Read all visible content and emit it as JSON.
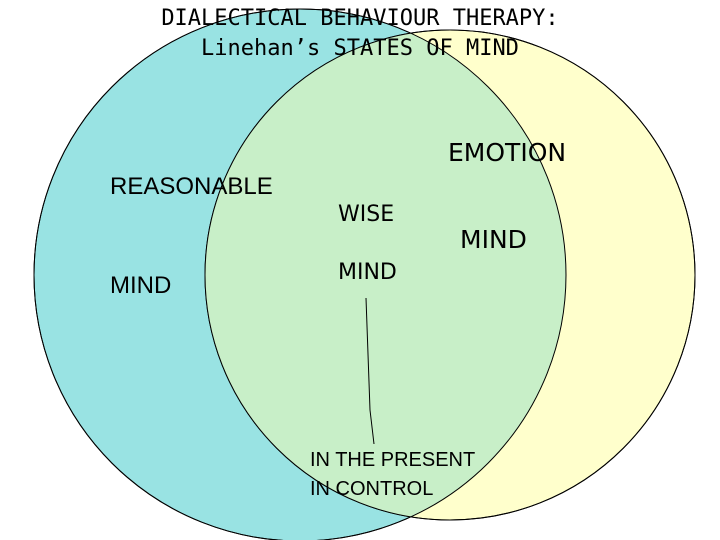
{
  "title": {
    "line1": "DIALECTICAL BEHAVIOUR THERAPY:",
    "line2": "Linehan’s STATES OF MIND"
  },
  "circles": {
    "reasonable": {
      "label_line1": "REASONABLE",
      "label_line2": "MIND",
      "color": "#99e3e3"
    },
    "emotion": {
      "label_line1": "EMOTION",
      "label_line2": "MIND",
      "color": "#ffffcc"
    },
    "wise": {
      "label_line1": "WISE",
      "label_line2": "MIND",
      "color": "#c8efc8"
    }
  },
  "callout": {
    "line1": "IN THE PRESENT",
    "line2": "IN CONTROL"
  },
  "outline_color": "#000000"
}
